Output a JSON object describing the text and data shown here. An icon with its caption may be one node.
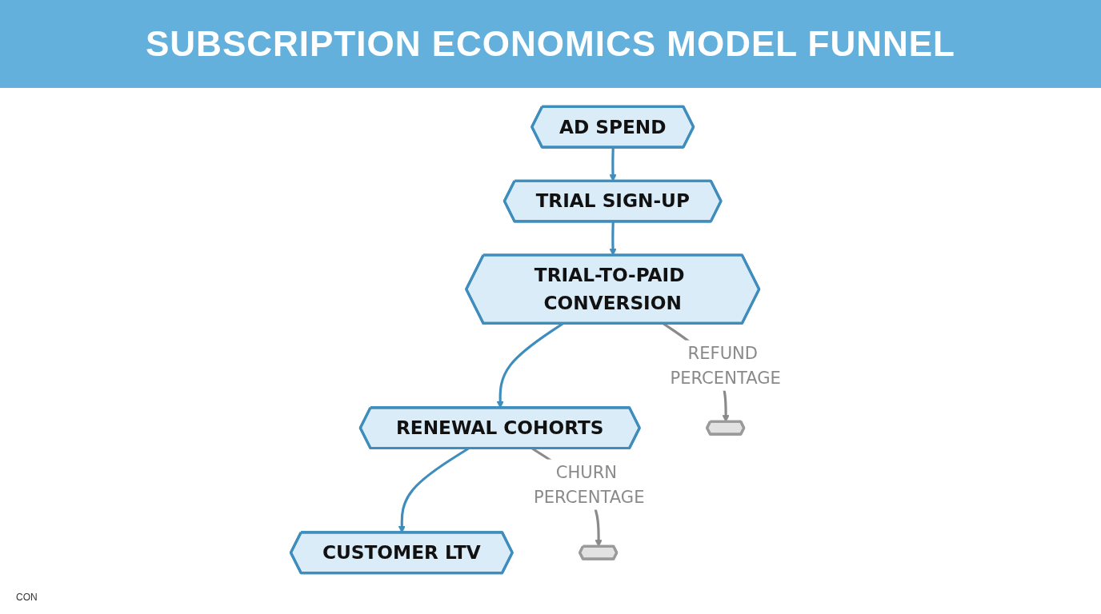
{
  "diagram": {
    "title": "SUBSCRIPTION ECONOMICS MODEL FUNNEL",
    "nodes": [
      {
        "text": [
          "AD SPEND"
        ]
      },
      {
        "text": [
          "TRIAL SIGN-UP"
        ]
      },
      {
        "text": [
          "TRIAL-TO-PAID CONVERSION"
        ]
      },
      {
        "text": [
          "RENEWAL COHORTS"
        ]
      },
      {
        "text": [
          "CUSTOMER LTV"
        ]
      },
      {
        "text": [],
        "shape": "hexagon"
      },
      {
        "text": [],
        "shape": "hexagon"
      }
    ],
    "edges": [
      {
        "from": 0,
        "to": 1,
        "arrow": "to"
      },
      {
        "from": 1,
        "to": 2,
        "arrow": "to"
      },
      {
        "from": 2,
        "to": 3,
        "arrow": "to"
      },
      {
        "from": 3,
        "to": 4,
        "arrow": "to"
      },
      {
        "from": 2,
        "to": 5,
        "arrow": "to",
        "label": "REFUND PERCENTAGE",
        "color": "#8a8a8a"
      },
      {
        "from": 3,
        "to": 6,
        "arrow": "to",
        "label": "CHURN PERCENTAGE",
        "color": "#8a8a8a"
      }
    ],
    "labels": [
      "CON"
    ]
  }
}
